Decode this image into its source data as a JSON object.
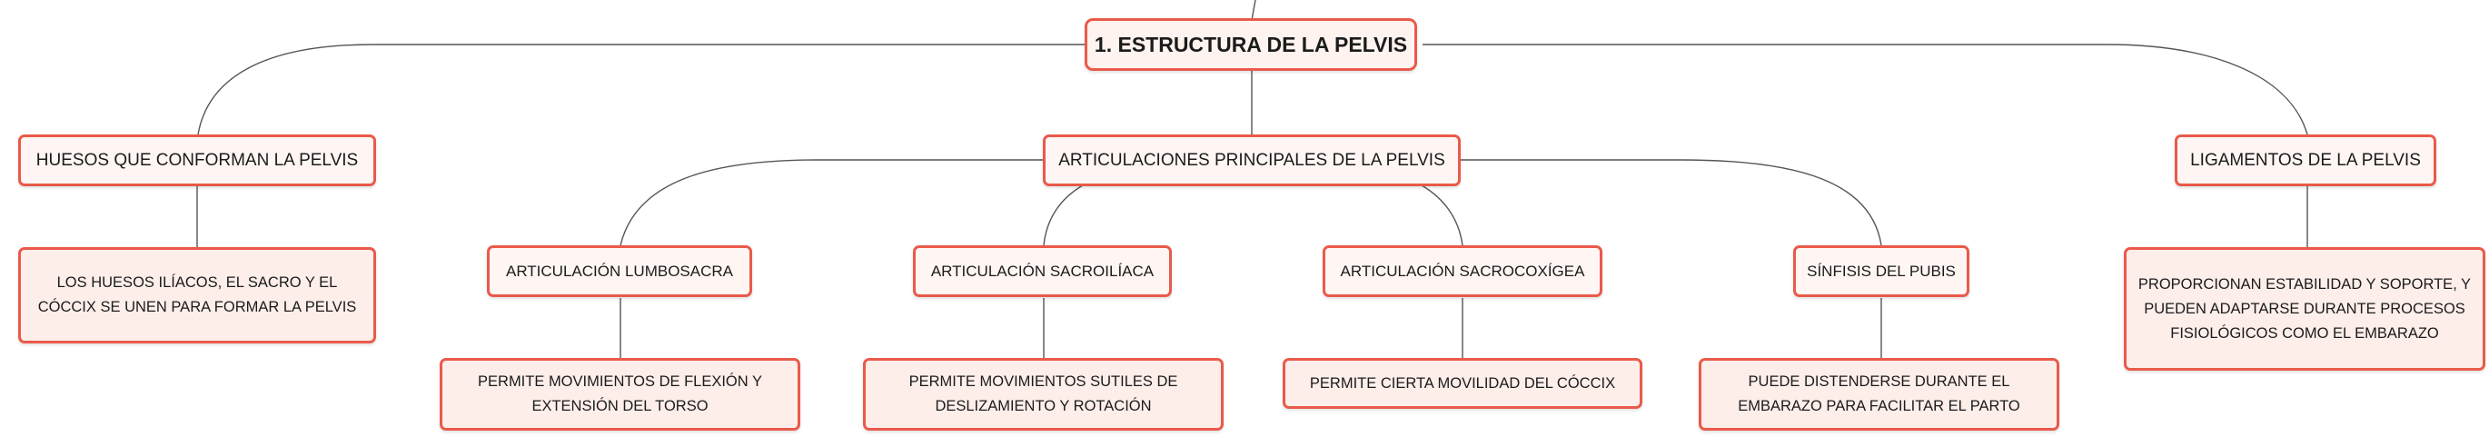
{
  "root": {
    "label": "1. ESTRUCTURA DE LA PELVIS"
  },
  "branches": {
    "huesos": {
      "label": "HUESOS QUE CONFORMAN LA PELVIS",
      "detail": "LOS HUESOS ILÍACOS, EL SACRO Y EL CÓCCIX SE UNEN PARA FORMAR LA PELVIS"
    },
    "articulaciones": {
      "label": "ARTICULACIONES PRINCIPALES DE LA PELVIS",
      "items": [
        {
          "label": "ARTICULACIÓN LUMBOSACRA",
          "detail": "PERMITE MOVIMIENTOS DE FLEXIÓN Y EXTENSIÓN DEL TORSO"
        },
        {
          "label": "ARTICULACIÓN SACROILÍACA",
          "detail": "PERMITE MOVIMIENTOS SUTILES DE DESLIZAMIENTO Y ROTACIÓN"
        },
        {
          "label": "ARTICULACIÓN SACROCOXÍGEA",
          "detail": "PERMITE CIERTA MOVILIDAD DEL CÓCCIX"
        },
        {
          "label": "SÍNFISIS DEL PUBIS",
          "detail": "PUEDE DISTENDERSE DURANTE EL EMBARAZO PARA FACILITAR EL PARTO"
        }
      ]
    },
    "ligamentos": {
      "label": "LIGAMENTOS DE LA PELVIS",
      "detail": "PROPORCIONAN ESTABILIDAD Y SOPORTE, Y PUEDEN ADAPTARSE DURANTE PROCESOS FISIOLÓGICOS COMO EL EMBARAZO"
    }
  },
  "colors": {
    "node_border": "#ea5a4a",
    "node_fill": "#fff6f3",
    "leaf_fill": "#fdeeea",
    "connector": "#555555"
  }
}
